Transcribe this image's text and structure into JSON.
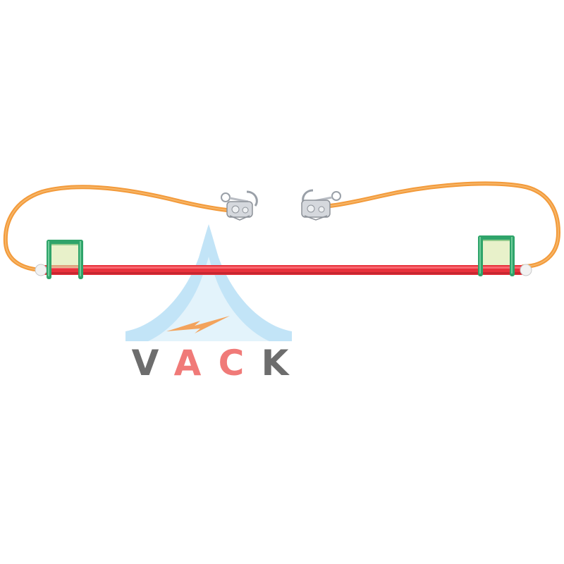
{
  "watermark": {
    "letters": [
      "V",
      "A",
      "C",
      "K"
    ],
    "letter_colors": [
      "#6d6d6d",
      "#f07a78",
      "#f07a78",
      "#6d6d6d"
    ],
    "arch_color": "#bfe3f7",
    "bolt_color": "#f3a35c"
  },
  "product": {
    "bar_color": "#e8323c",
    "cable_color": "#f39a3a",
    "bracket_color": "#2fa46a",
    "clamp_color": "#c9ccd2"
  }
}
